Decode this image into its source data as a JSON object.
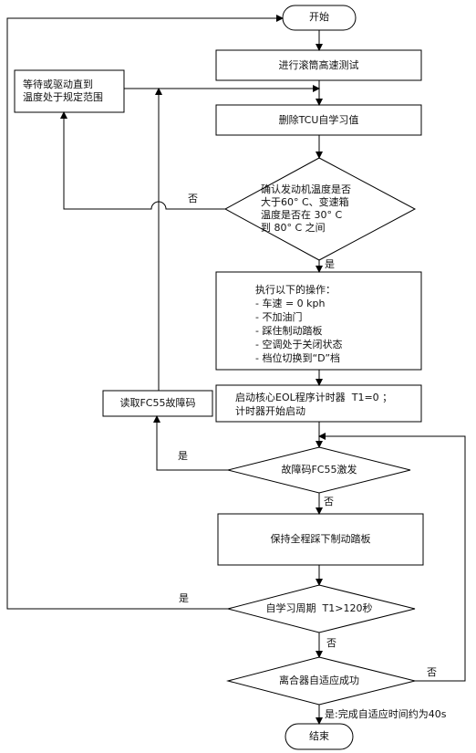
{
  "nodes": {
    "start": "开始",
    "drum_test": "进行滚筒高速测试",
    "clear_tcu": "删除TCU自学习值",
    "check_temp": "确认发动机温度是否\n大于60° C、变速箱\n温度是否在 30° C\n到 80° C 之间",
    "wait_temp": "等待或驱动直到\n温度处于规定范围",
    "operations": "执行以下的操作：\n- 车速 = 0 kph\n- 不加油门\n- 踩住制动踏板\n- 空调处于关闭状态\n- 档位切换到“D”档",
    "start_timer": "启动核心EOL程序计时器  T1=0 ；\n计时器开始启动",
    "read_fault": "读取FC55故障码",
    "fault_triggered": "故障码FC55激发",
    "hold_brake": "保持全程踩下制动踏板",
    "period_check": "自学习周期  T1>120秒",
    "clutch_success": "离合器自适应成功",
    "end": "结束"
  },
  "edge_labels": {
    "temp_no": "否",
    "temp_yes": "是",
    "fault_yes": "是",
    "fault_no": "否",
    "period_yes": "是",
    "period_no": "否",
    "clutch_no": "否",
    "clutch_yes": "是:完成自适应时间约为40s"
  }
}
